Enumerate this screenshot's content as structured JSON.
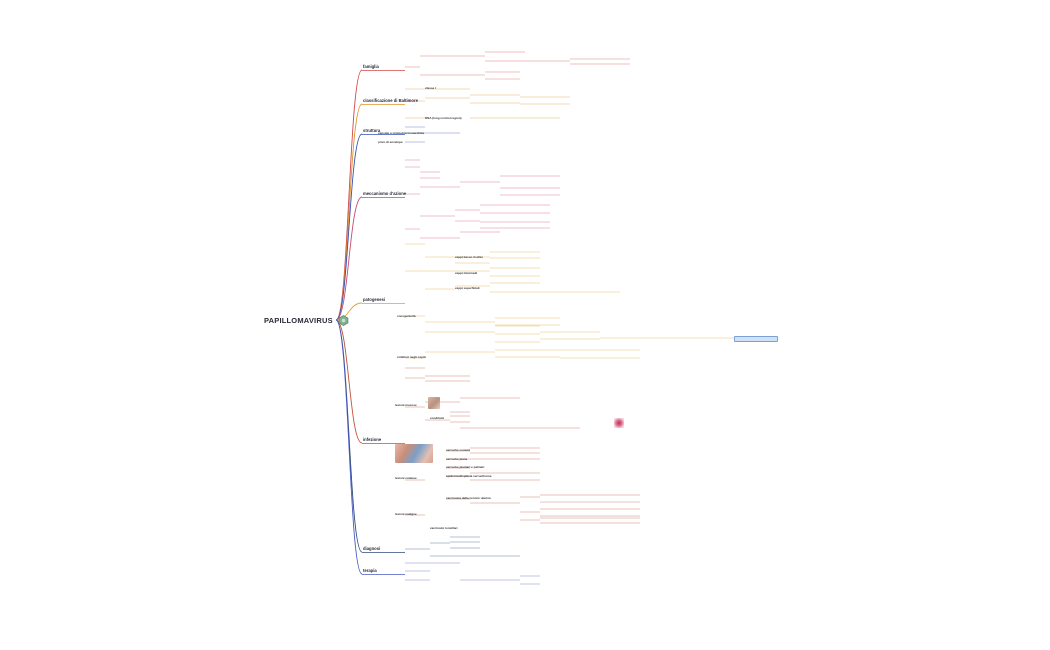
{
  "root": {
    "label": "PAPILLOMAVIRUS"
  },
  "categories": [
    {
      "key": "famiglia",
      "label": "famiglia"
    },
    {
      "key": "baltimore",
      "label": "classificazione di Baltimore"
    },
    {
      "key": "struttura",
      "label": "struttura"
    },
    {
      "key": "meccanismo",
      "label": "meccanismo d'azione"
    },
    {
      "key": "patogenesi",
      "label": "patogenesi"
    },
    {
      "key": "infezione",
      "label": "infezione"
    },
    {
      "key": "diagnosi",
      "label": "diagnosi"
    },
    {
      "key": "terapia",
      "label": "terapia"
    }
  ],
  "subheads": {
    "struttura_a": "capside a simmetria icosaedrica",
    "struttura_b": "privo di envelope",
    "baltimore_a": "classe I",
    "baltimore_b": "DNA (long control region)",
    "patogenesi_a": "ceppi basso rischio",
    "patogenesi_b": "ceppi intermedi",
    "patogenesi_c": "ceppi superficiali",
    "patogenesi_d": "oncogenicità",
    "patogenesi_e": "cofattori negli ospiti",
    "infezione_a": "lesioni mucose",
    "infezione_b": "lesioni cutanee",
    "infezione_c": "lesioni maligne",
    "infezione_d": "verruche comuni",
    "infezione_e": "verruche piane",
    "infezione_f": "verruche plantari e palmari",
    "infezione_g": "epidermodisplasia verruciforme",
    "infezione_h": "carcinoma della cervice uterina",
    "infezione_i": "carcinomi tonsillari",
    "infezione_j": "condilomi"
  }
}
